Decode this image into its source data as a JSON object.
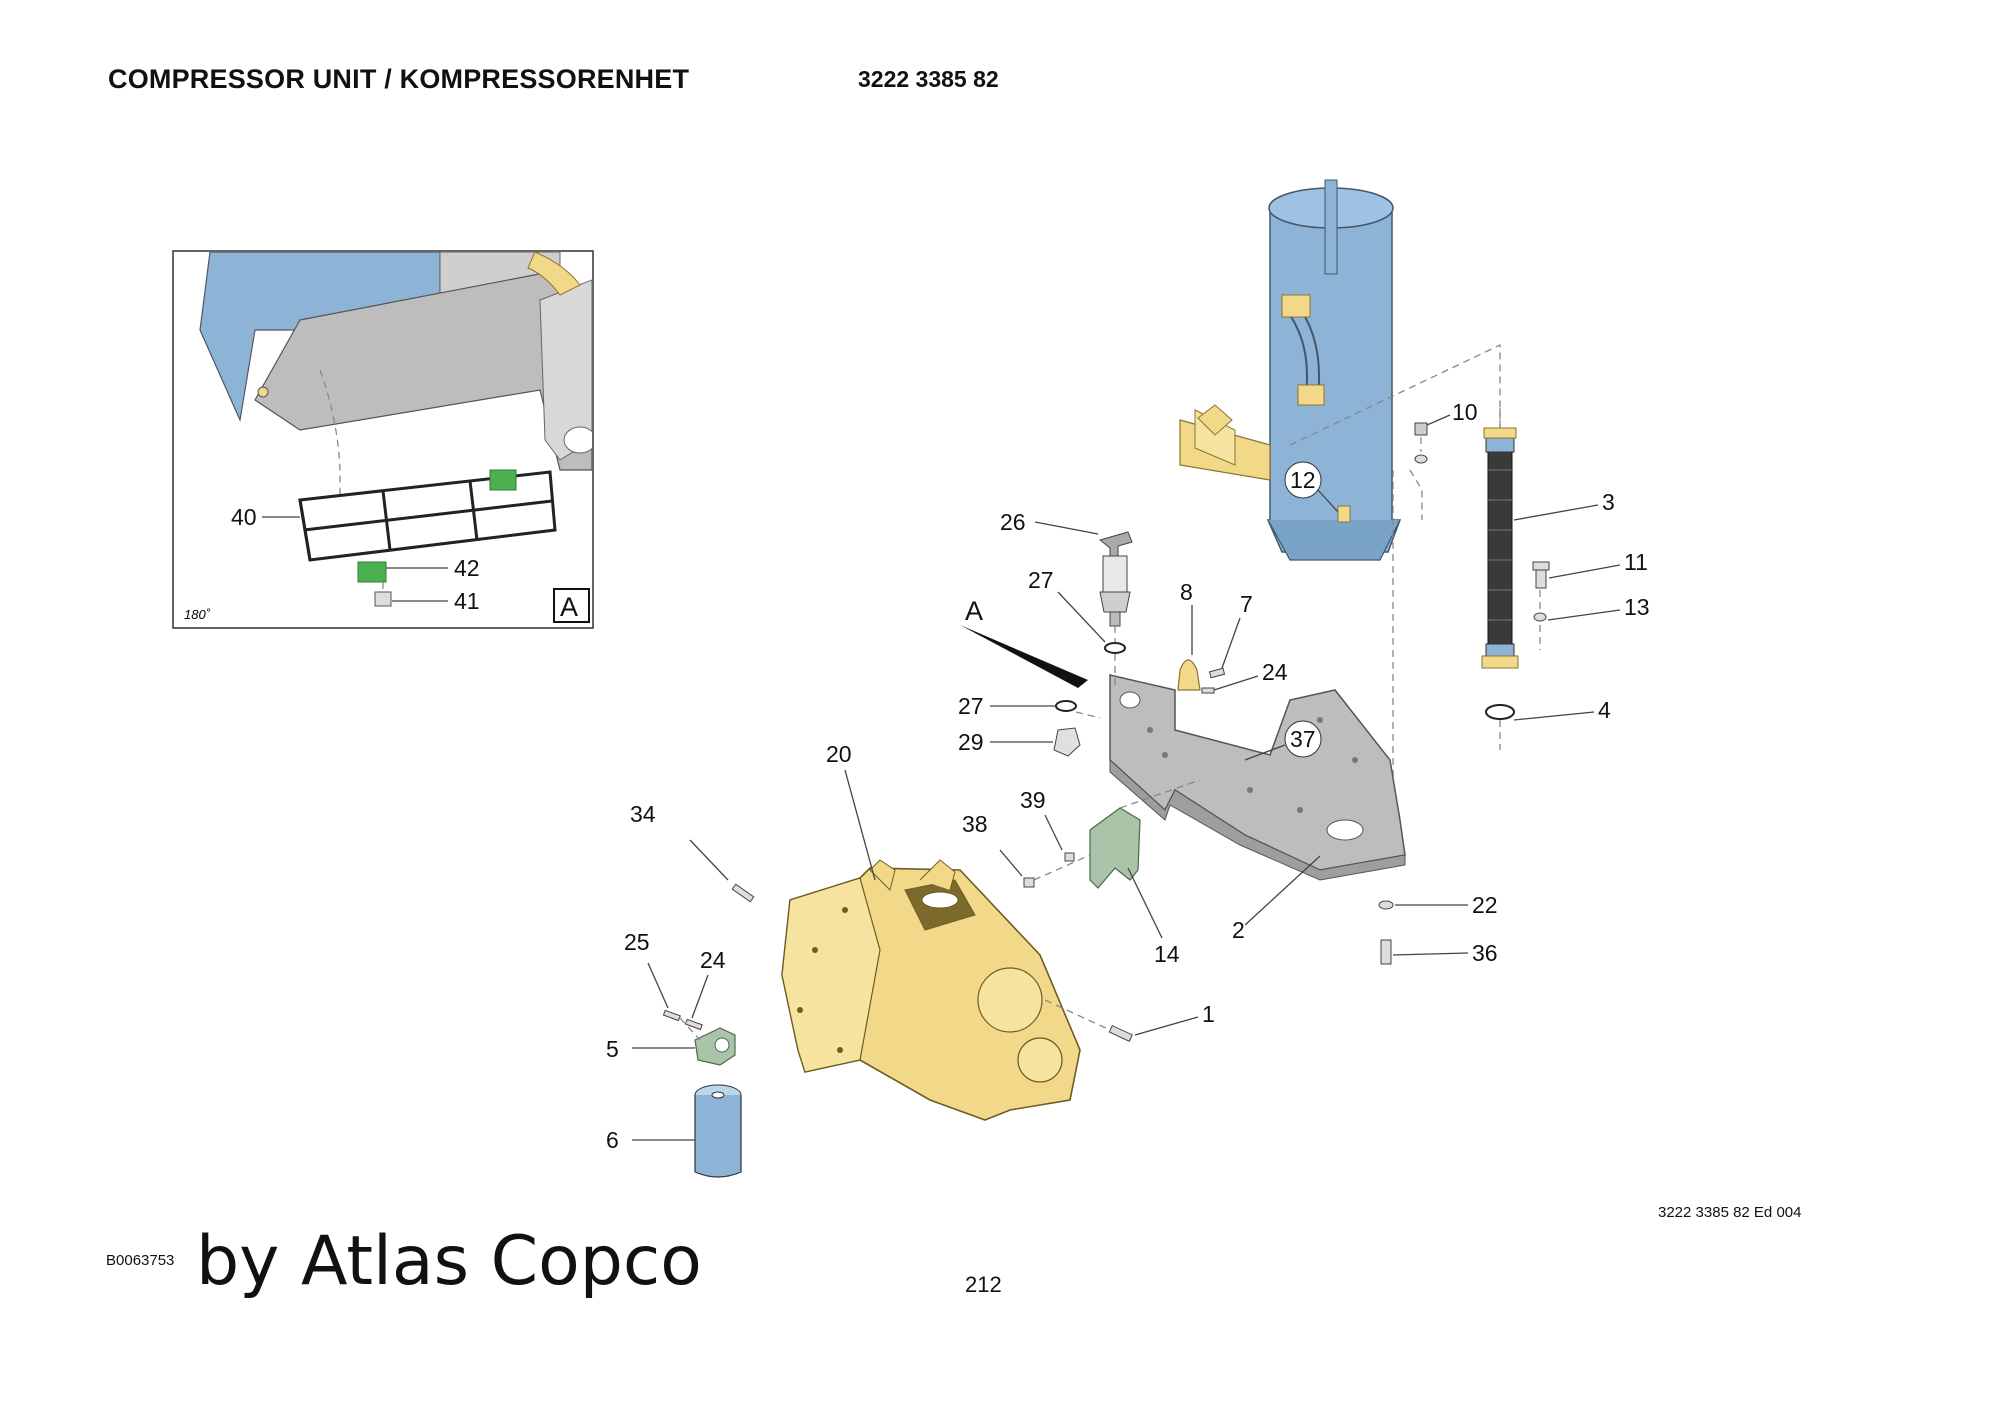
{
  "header": {
    "title": "COMPRESSOR UNIT / KOMPRESSORENHET",
    "part_number": "3222 3385 82"
  },
  "footer": {
    "edition": "3222 3385 82 Ed 004",
    "figure_code": "B0063753",
    "brand_text": "by Atlas Copco",
    "page_number": "212"
  },
  "detail_view": {
    "label": "A",
    "rotation": "180˚",
    "callouts": [
      "40",
      "42",
      "41"
    ]
  },
  "view_pointer": {
    "label": "A"
  },
  "callouts": [
    "10",
    "3",
    "11",
    "13",
    "4",
    "12",
    "26",
    "27",
    "8",
    "7",
    "24",
    "27",
    "29",
    "37",
    "20",
    "34",
    "39",
    "38",
    "14",
    "2",
    "22",
    "36",
    "1",
    "25",
    "24",
    "5",
    "6"
  ],
  "colors": {
    "separator_blue": "#8db3d6",
    "element_yellow": "#f2d98a",
    "bracket_gray": "#b9b9b9",
    "mount_green": "#a9c4a9",
    "clip_green": "#4caf50"
  }
}
